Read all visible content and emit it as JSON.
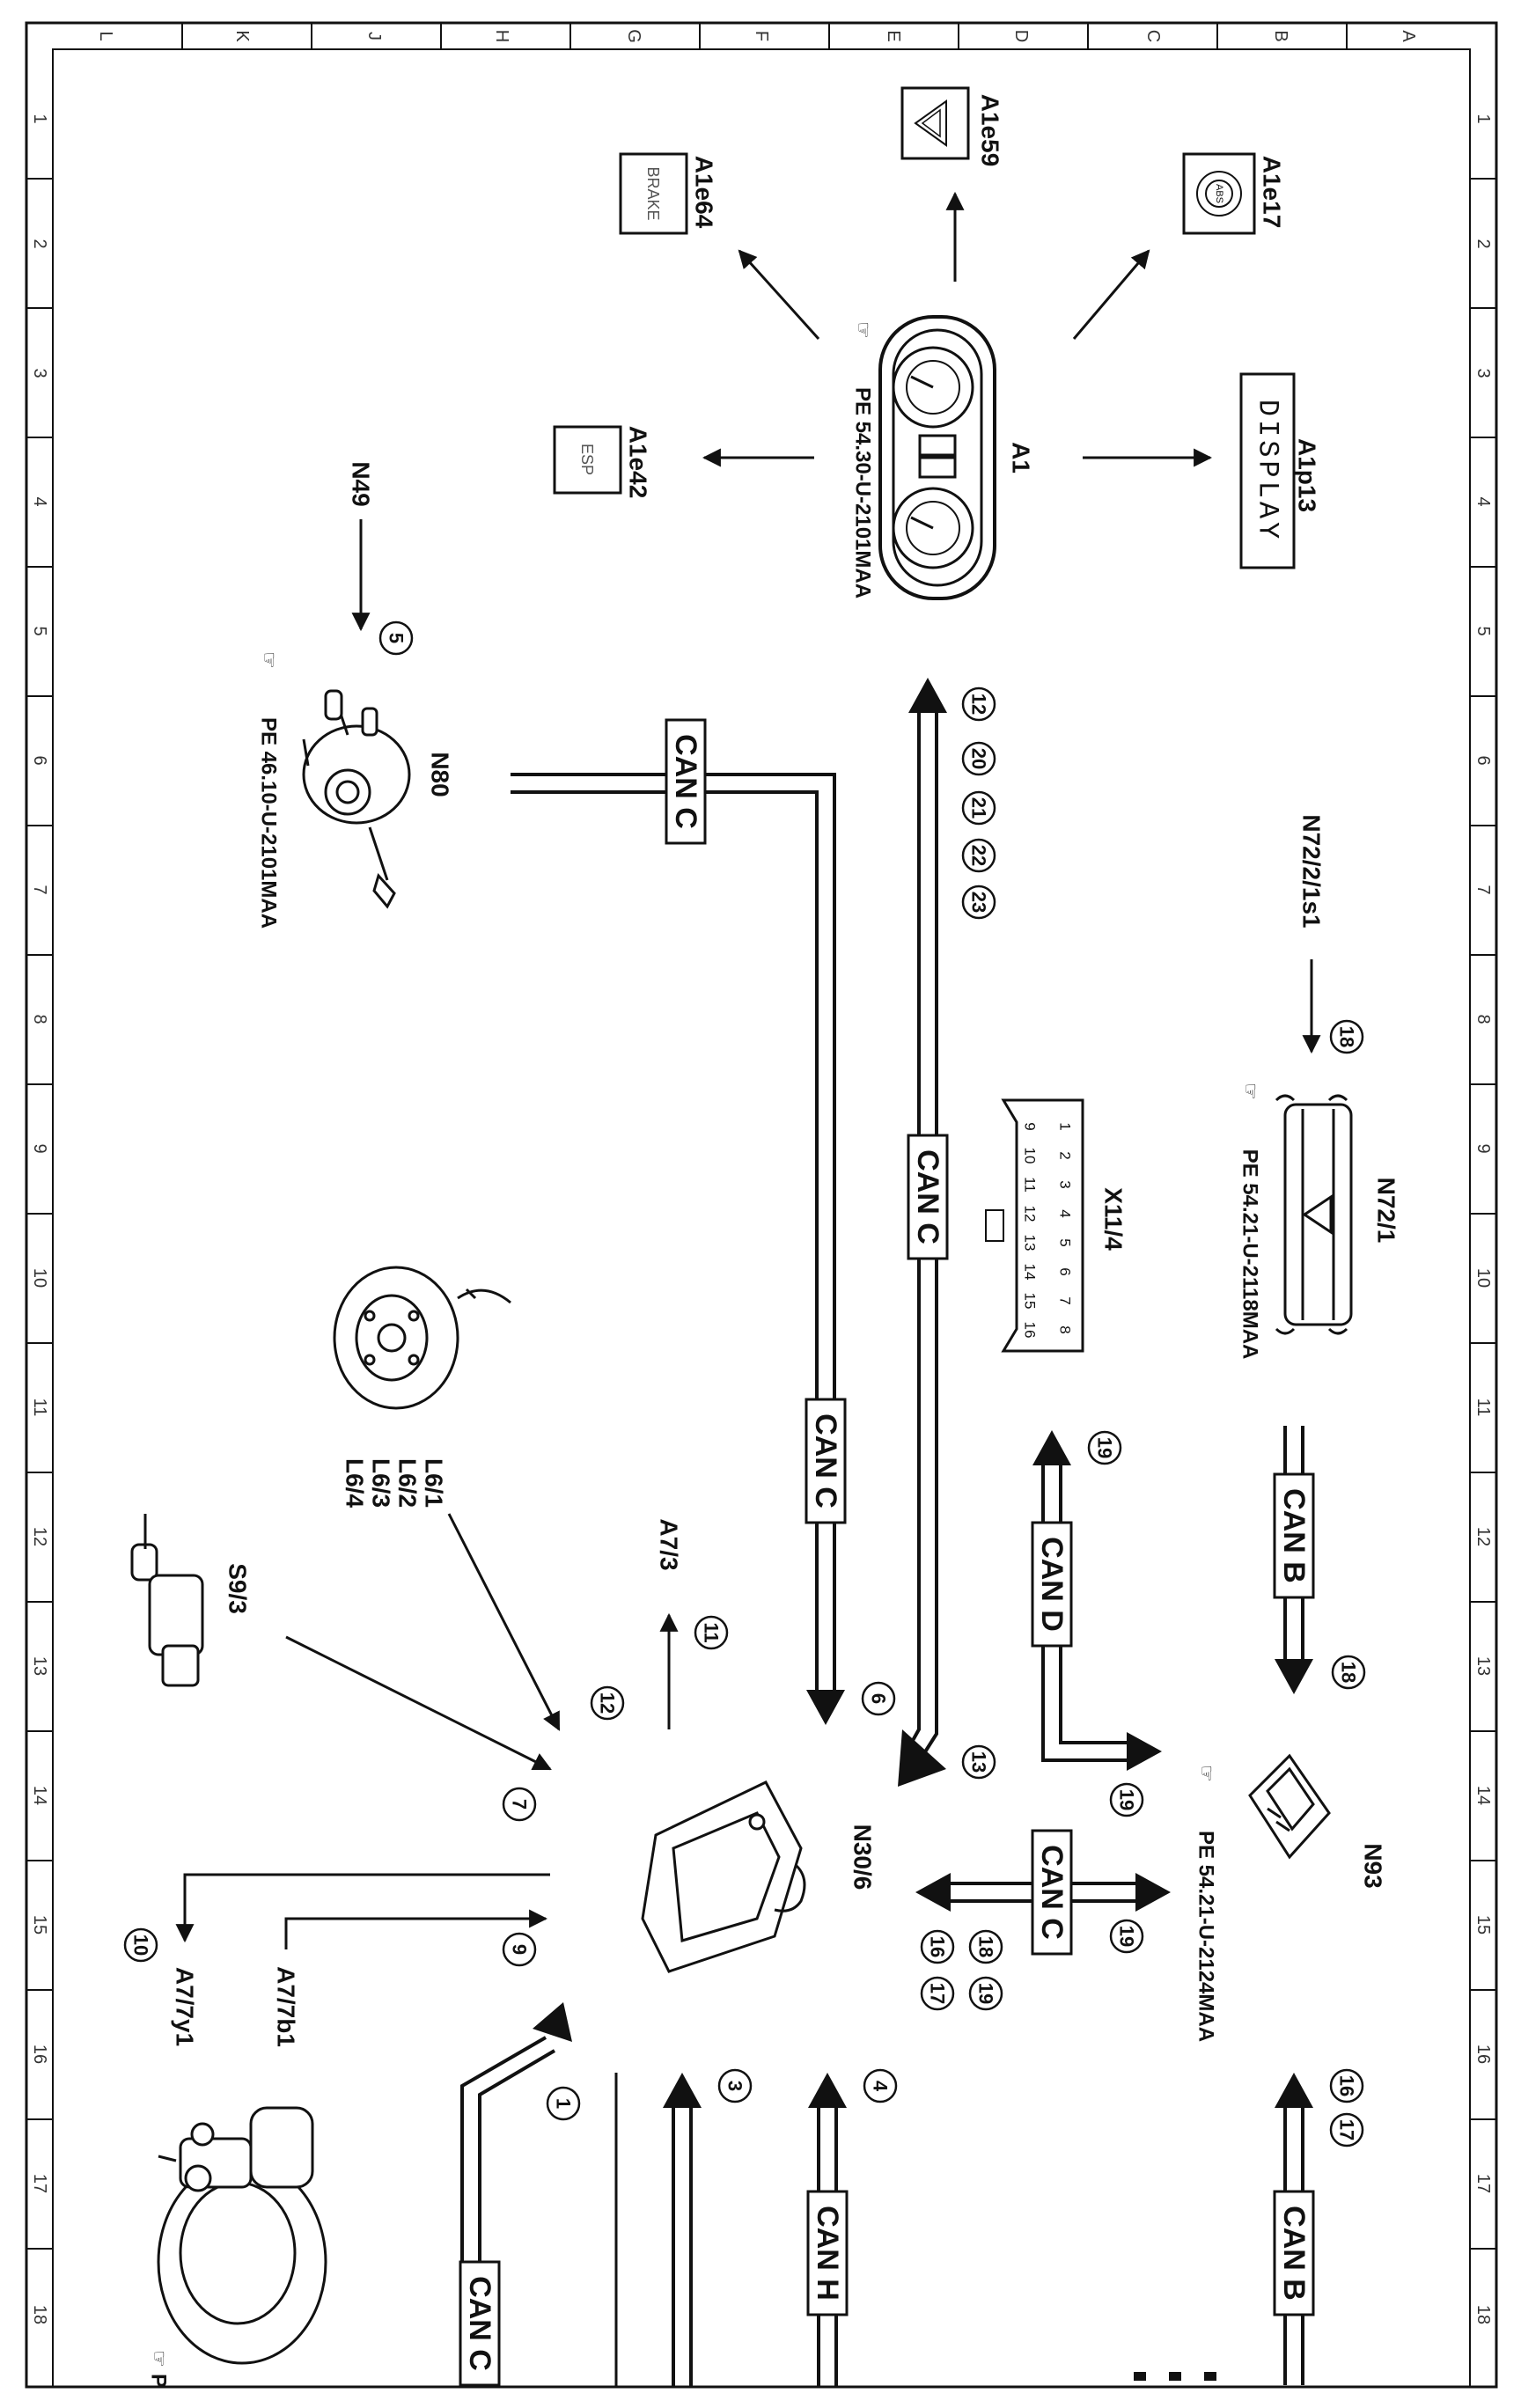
{
  "sheet": {
    "column_letters": [
      "L",
      "K",
      "J",
      "H",
      "G",
      "F",
      "E",
      "D",
      "C",
      "B",
      "A"
    ],
    "row_numbers": [
      "1",
      "2",
      "3",
      "4",
      "5",
      "6",
      "7",
      "8",
      "9",
      "10",
      "11",
      "12",
      "13",
      "14",
      "15",
      "16",
      "17",
      "18"
    ]
  },
  "components": {
    "a1": "A1",
    "a1_ref": "PE 54.30-U-2101MAA",
    "a1p13": "A1p13",
    "a1p13_display": "DISPLAY",
    "a1e17": "A1e17",
    "a1e17_symbol": "ABS",
    "a1e59": "A1e59",
    "a1e64": "A1e64",
    "a1e64_symbol": "BRAKE",
    "a1e42": "A1e42",
    "a1e42_symbol": "ESP",
    "n49": "N49",
    "n80": "N80",
    "n80_ref": "PE 46.10-U-2101MAA",
    "n72_2_1s1": "N72/2/1s1",
    "n72_1": "N72/1",
    "n72_1_ref": "PE 54.21-U-2118MAA",
    "x11_4": "X11/4",
    "x11_4_pins_top": [
      "1",
      "2",
      "3",
      "4",
      "5",
      "6",
      "7",
      "8"
    ],
    "x11_4_pins_bottom": [
      "9",
      "10",
      "11",
      "12",
      "13",
      "14",
      "15",
      "16"
    ],
    "l6": [
      "L6/1",
      "L6/2",
      "L6/3",
      "L6/4"
    ],
    "a7_3": "A7/3",
    "s9_3": "S9/3",
    "n30_6": "N30/6",
    "n93": "N93",
    "n93_ref": "PE 54.21-U-2124MAA",
    "a7_7b1": "A7/7b1",
    "a7_7y1": "A7/7y1",
    "bottom_ref": "P"
  },
  "buses": {
    "can_c": "CAN C",
    "can_b": "CAN B",
    "can_d": "CAN D",
    "can_h": "CAN H",
    "can_partial": "CAN C"
  },
  "markers": {
    "m12": "12",
    "m20": "20",
    "m21": "21",
    "m22": "22",
    "m23": "23",
    "m5": "5",
    "m18": "18",
    "m19": "19",
    "m6": "6",
    "m11": "11",
    "m13": "13",
    "m7": "7",
    "m16": "16",
    "m17": "17",
    "m10": "10",
    "m9": "9",
    "m1": "1",
    "m3": "3",
    "m4": "4"
  }
}
